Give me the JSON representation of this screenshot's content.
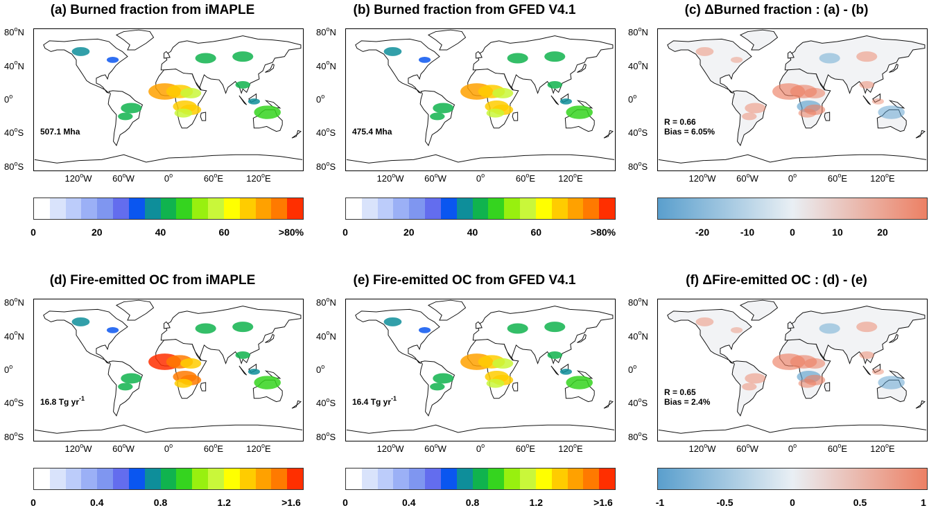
{
  "scale_colors": [
    "#ffffff",
    "#d9e3fb",
    "#bcccfa",
    "#9bb0f6",
    "#7f96f0",
    "#636dee",
    "#0a56f0",
    "#0e8e9a",
    "#10b34e",
    "#35d41f",
    "#98f00f",
    "#c9f73a",
    "#ffff00",
    "#ffcc00",
    "#ffa100",
    "#ff7a00",
    "#ff2f00"
  ],
  "diverging_colors": [
    "#5a9fcd",
    "#e9eff4",
    "#ec8064"
  ],
  "land_color": "#f2f3f5",
  "lat_labels": [
    {
      "deg": "80",
      "hemi": "N"
    },
    {
      "deg": "40",
      "hemi": "N"
    },
    {
      "deg": "0",
      "hemi": ""
    },
    {
      "deg": "40",
      "hemi": "S"
    },
    {
      "deg": "80",
      "hemi": "S"
    }
  ],
  "lon_labels": [
    {
      "deg": "120",
      "hemi": "W"
    },
    {
      "deg": "60",
      "hemi": "W"
    },
    {
      "deg": "0",
      "hemi": ""
    },
    {
      "deg": "60",
      "hemi": "E"
    },
    {
      "deg": "120",
      "hemi": "E"
    }
  ],
  "panels": [
    {
      "title": "(a) Burned fraction from iMAPLE",
      "annotation": [
        "507.1 Mha"
      ],
      "annot_sup": "",
      "colorbar": {
        "type": "discrete",
        "ticks": [
          "0",
          "20",
          "40",
          "60",
          ">80%"
        ]
      }
    },
    {
      "title": "(b) Burned fraction from GFED V4.1",
      "annotation": [
        "475.4 Mha"
      ],
      "annot_sup": "",
      "colorbar": {
        "type": "discrete",
        "ticks": [
          "0",
          "20",
          "40",
          "60",
          ">80%"
        ]
      }
    },
    {
      "title": "(c) ΔBurned fraction : (a) - (b)",
      "annotation": [
        "R = 0.66",
        "Bias = 6.05%"
      ],
      "annot_sup": "",
      "colorbar": {
        "type": "diverging",
        "ticks": [
          "-20",
          "-10",
          "0",
          "10",
          "20"
        ]
      }
    },
    {
      "title": "(d) Fire-emitted OC from iMAPLE",
      "annotation": [
        "16.8 Tg yr"
      ],
      "annot_sup": "-1",
      "colorbar": {
        "type": "discrete",
        "ticks": [
          "0",
          "0.4",
          "0.8",
          "1.2",
          ">1.6"
        ]
      }
    },
    {
      "title": "(e) Fire-emitted OC from GFED V4.1",
      "annotation": [
        "16.4 Tg yr"
      ],
      "annot_sup": "-1",
      "colorbar": {
        "type": "discrete",
        "ticks": [
          "0",
          "0.4",
          "0.8",
          "1.2",
          ">1.6"
        ]
      }
    },
    {
      "title": "(f) ΔFire-emitted OC : (d) - (e)",
      "annotation": [
        "R = 0.65",
        "Bias = 2.4%"
      ],
      "annot_sup": "",
      "colorbar": {
        "type": "diverging",
        "ticks": [
          "-1",
          "-0.5",
          "0",
          "0.5",
          "1"
        ]
      }
    }
  ]
}
